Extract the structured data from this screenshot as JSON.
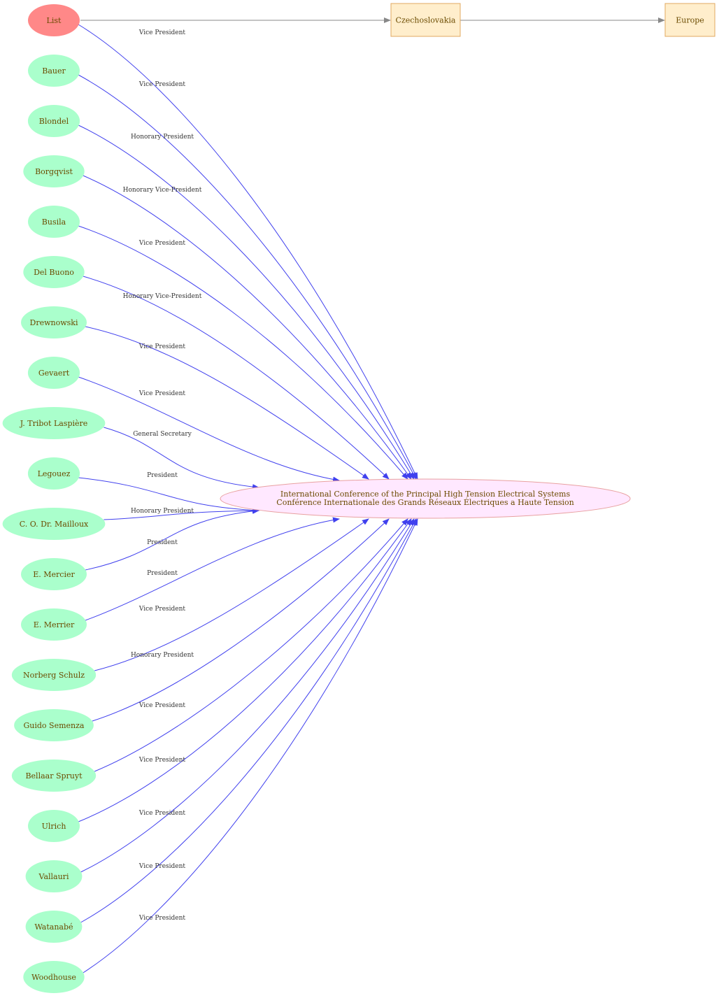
{
  "source_node": {
    "label": "List",
    "fill": "#ff8888"
  },
  "chain": [
    {
      "label": "Czechoslovakia"
    },
    {
      "label": "Europe"
    }
  ],
  "chain_style": {
    "fill": "#ffeecc",
    "stroke": "#e0a860",
    "edge_color": "#888888"
  },
  "center_node": {
    "line1": "International Conference of the Principal High Tension Electrical Systems",
    "line2": "Conférence Internationale des Grands Réseaux Électriques a Haute Tension",
    "fill": "#ffe8ff",
    "stroke": "#e8a0a0"
  },
  "person_style": {
    "fill": "#aaffcc",
    "edge_color": "#4040ee"
  },
  "edges": [
    {
      "from": "List",
      "role": "Vice President"
    },
    {
      "from": "Bauer",
      "role": "Vice President"
    },
    {
      "from": "Blondel",
      "role": "Honorary President"
    },
    {
      "from": "Borgqvist",
      "role": "Honorary Vice-President"
    },
    {
      "from": "Busila",
      "role": "Vice President"
    },
    {
      "from": "Del Buono",
      "role": "Honorary Vice-President"
    },
    {
      "from": "Drewnowski",
      "role": "Vice President"
    },
    {
      "from": "Gevaert",
      "role": "Vice President"
    },
    {
      "from": "J. Tribot Laspière",
      "role": "General Secretary"
    },
    {
      "from": "Legouez",
      "role": "President"
    },
    {
      "from": "C. O. Dr. Mailloux",
      "role": "Honorary President"
    },
    {
      "from": "E. Mercier",
      "role": "President"
    },
    {
      "from": "E. Merrier",
      "role": "President"
    },
    {
      "from": "Norberg Schulz",
      "role": "Vice President"
    },
    {
      "from": "Guido Semenza",
      "role": "Honorary President"
    },
    {
      "from": "Bellaar Spruyt",
      "role": "Vice President"
    },
    {
      "from": "Ulrich",
      "role": "Vice President"
    },
    {
      "from": "Vallauri",
      "role": "Vice President"
    },
    {
      "from": "Watanabé",
      "role": "Vice President"
    },
    {
      "from": "Woodhouse",
      "role": "Vice President"
    }
  ]
}
